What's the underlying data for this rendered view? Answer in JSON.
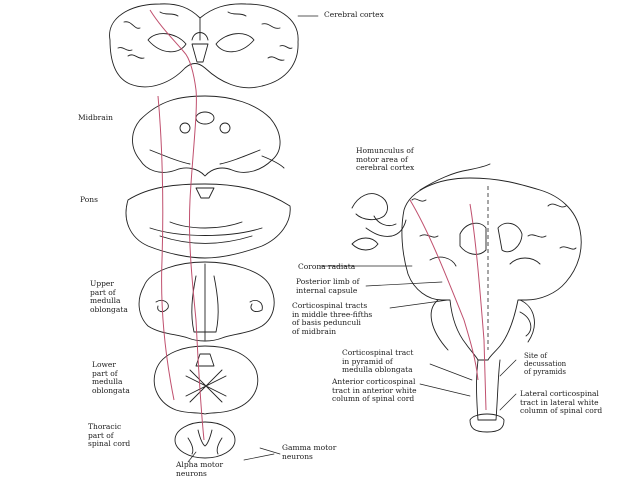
{
  "colors": {
    "ink": "#222222",
    "tract": "#c0506e",
    "paper": "#ffffff"
  },
  "labels": {
    "cerebral_cortex": "Cerebral cortex",
    "midbrain": "Midbrain",
    "pons": "Pons",
    "upper_medulla": "Upper\npart of\nmedulla\noblongata",
    "lower_medulla": "Lower\npart of\nmedulla\noblongata",
    "thoracic": "Thoracic\npart of\nspinal cord",
    "gamma_motor": "Gamma motor\nneurons",
    "alpha_motor": "Alpha motor\nneurons",
    "homunculus": "Homunculus of\nmotor area of\ncerebral cortex",
    "corona_radiata": "Corona radiata",
    "posterior_limb": "Posterior limb of\ninternal capsule",
    "corticospinal_peduncle": "Corticospinal tracts\nin middle three-fifths\nof basis pedunculi\nof midbrain",
    "corticospinal_pyramid": "Corticospinal tract\nin pyramid of\nmedulla oblongata",
    "anterior_corticospinal": "Anterior corticospinal\ntract in anterior white\ncolumn of spinal cord",
    "decussation": "Site of\ndecussation\nof pyramids",
    "lateral_corticospinal": "Lateral corticospinal\ntract in lateral white\ncolumn of spinal cord"
  }
}
